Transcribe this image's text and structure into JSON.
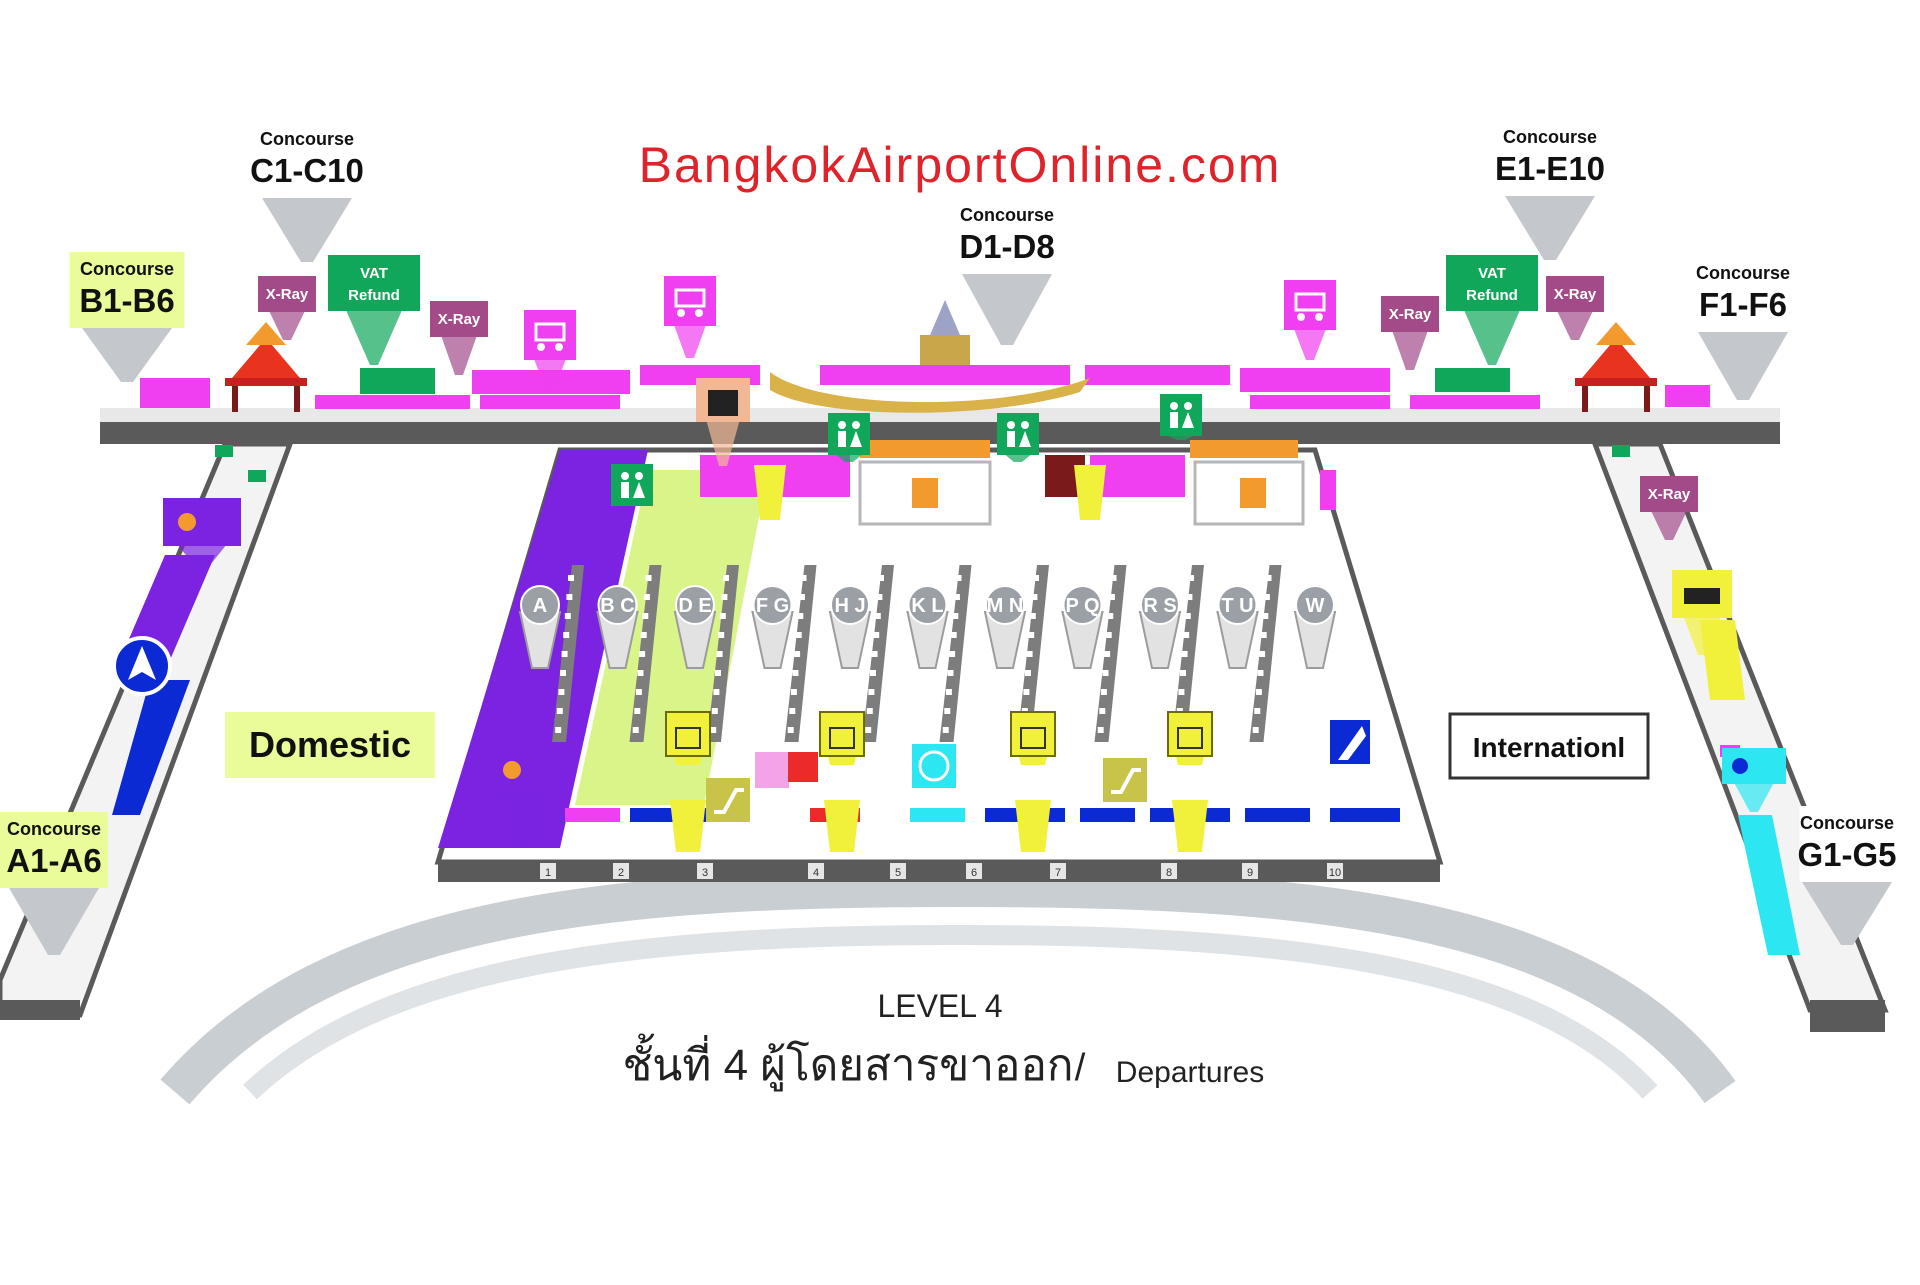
{
  "site": {
    "title": "BangkokAirportOnline.com",
    "title_color": "#e0232b"
  },
  "level": {
    "line1": "LEVEL 4",
    "thai": "ชั้นที่ 4 ผู้โดยสารขาออก",
    "separator": "/",
    "english": "Departures"
  },
  "zones": {
    "domestic": "Domestic",
    "international": "Internationl"
  },
  "concourses": [
    {
      "top": "Concourse",
      "code": "C1-C10",
      "label_bg": "#ffffff"
    },
    {
      "top": "Concourse",
      "code": "E1-E10",
      "label_bg": "#ffffff"
    },
    {
      "top": "Concourse",
      "code": "D1-D8",
      "label_bg": "#ffffff"
    },
    {
      "top": "Concourse",
      "code": "B1-B6",
      "label_bg": "#eafc9a"
    },
    {
      "top": "Concourse",
      "code": "F1-F6",
      "label_bg": "#ffffff"
    },
    {
      "top": "Concourse",
      "code": "A1-A6",
      "label_bg": "#eafc9a"
    },
    {
      "top": "Concourse",
      "code": "G1-G5",
      "label_bg": "#ffffff"
    }
  ],
  "facilities": {
    "vat_left": [
      "VAT",
      "Refund"
    ],
    "vat_right": [
      "VAT",
      "Refund"
    ],
    "xray": "X-Ray"
  },
  "checkin_rows": [
    "A",
    "B C",
    "D E",
    "F G",
    "H J",
    "K L",
    "M N",
    "P Q",
    "R S",
    "T U",
    "W"
  ],
  "doors": [
    "1",
    "2",
    "3",
    "4",
    "5",
    "6",
    "7",
    "8",
    "9",
    "10"
  ],
  "colors": {
    "magenta": "#ef3ff0",
    "green": "#10a75a",
    "purple": "#7b23e0",
    "lime": "#d9f58a",
    "yellow": "#f1f03a",
    "blue": "#0b2ad4",
    "cyan": "#2ce6f2",
    "orange": "#f39a2f",
    "floor_edge": "#5a5a5a",
    "roadway": "#c9ced3"
  },
  "icons": {
    "restroom": "restroom-icon",
    "shopping": "shopping-cart-icon",
    "baggage": "baggage-icon",
    "elevator": "elevator-icon",
    "escalator": "escalator-icon",
    "information": "information-icon",
    "airline_logo": "thai-airways-logo-icon",
    "pagoda": "thai-pavilion-icon",
    "sleeping": "bed-icon",
    "compass": "north-arrow-icon",
    "lounge": "lounge-seating-icon"
  }
}
